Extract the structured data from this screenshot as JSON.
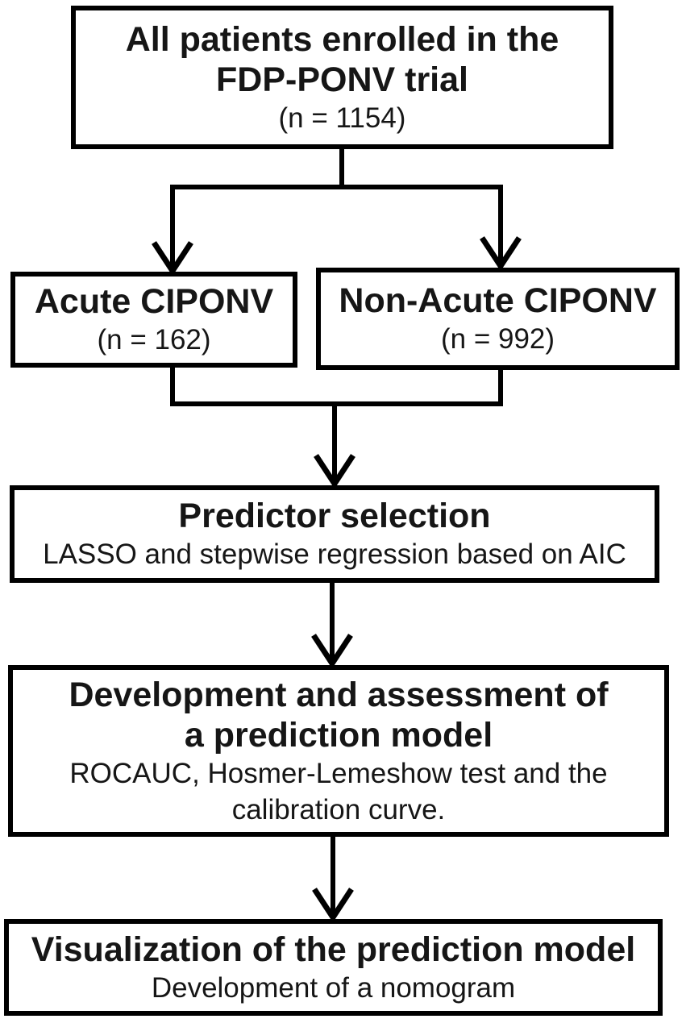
{
  "diagram": {
    "type": "flowchart",
    "background_color": "#ffffff",
    "line_color": "#000000",
    "text_color": "#161616",
    "nodes": {
      "enrolled": {
        "title_lines": [
          "All patients enrolled in the",
          "FDP-PONV trial"
        ],
        "subtitle_lines": [
          "(n = 1154)"
        ]
      },
      "acute": {
        "title_lines": [
          "Acute CIPONV"
        ],
        "subtitle_lines": [
          "(n = 162)"
        ]
      },
      "non_acute": {
        "title_lines": [
          "Non-Acute CIPONV"
        ],
        "subtitle_lines": [
          "(n = 992)"
        ]
      },
      "predictor_selection": {
        "title_lines": [
          "Predictor selection"
        ],
        "subtitle_lines": [
          "LASSO and stepwise regression based on AIC"
        ]
      },
      "model_development": {
        "title_lines": [
          "Development and assessment of",
          "a prediction model"
        ],
        "subtitle_lines": [
          "ROCAUC, Hosmer-Lemeshow test and the",
          "calibration curve."
        ]
      },
      "visualization": {
        "title_lines": [
          "Visualization of the prediction model"
        ],
        "subtitle_lines": [
          "Development of a nomogram"
        ]
      }
    },
    "edges": [
      {
        "from": "enrolled",
        "to": "acute"
      },
      {
        "from": "enrolled",
        "to": "non_acute"
      },
      {
        "from": "acute",
        "to": "predictor_selection"
      },
      {
        "from": "non_acute",
        "to": "predictor_selection"
      },
      {
        "from": "predictor_selection",
        "to": "model_development"
      },
      {
        "from": "model_development",
        "to": "visualization"
      }
    ]
  }
}
